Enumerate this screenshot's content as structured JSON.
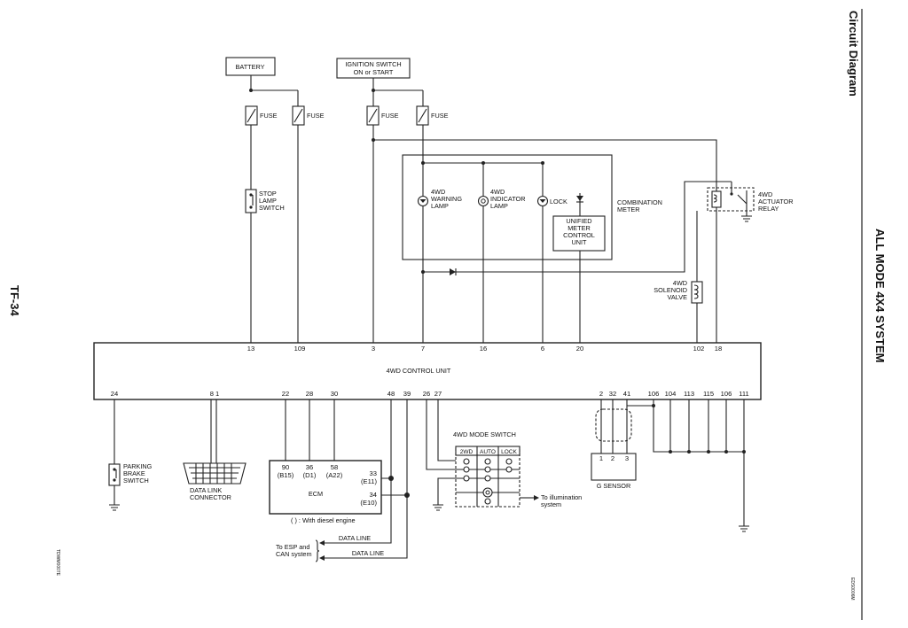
{
  "page": {
    "header": "Circuit Diagram",
    "section_title": "ALL MODE 4X4 SYSTEM",
    "page_number": "TF-34",
    "left_code": "TDWM0007E",
    "right_code": "EDS0006M"
  },
  "power": {
    "battery": "BATTERY",
    "ignition_line1": "IGNITION SWITCH",
    "ignition_line2": "ON or START",
    "fuse": "FUSE"
  },
  "stop_lamp_switch": [
    "STOP",
    "LAMP",
    "SWITCH"
  ],
  "combination_meter": {
    "label": [
      "COMBINATION",
      "METER"
    ],
    "warning_lamp": [
      "4WD",
      "WARNING",
      "LAMP"
    ],
    "indicator_lamp": [
      "4WD",
      "INDICATOR",
      "LAMP"
    ],
    "lock": "LOCK",
    "unified_unit": [
      "UNIFIED",
      "METER",
      "CONTROL",
      "UNIT"
    ]
  },
  "actuator_relay": [
    "4WD",
    "ACTUATOR",
    "RELAY"
  ],
  "solenoid_valve": [
    "4WD",
    "SOLENOID",
    "VALVE"
  ],
  "control_unit": {
    "label": "4WD CONTROL UNIT",
    "top_pins": [
      "13",
      "109",
      "3",
      "7",
      "16",
      "6",
      "20",
      "102",
      "18"
    ],
    "bottom_pins": [
      "24",
      "8 1",
      "22",
      "28",
      "30",
      "48",
      "39",
      "26",
      "27",
      "2",
      "32",
      "41",
      "106",
      "104",
      "113",
      "115",
      "106",
      "111"
    ]
  },
  "parking_brake_switch": [
    "PARKING",
    "BRAKE",
    "SWITCH"
  ],
  "data_link_connector": [
    "DATA LINK",
    "CONNECTOR"
  ],
  "ecm": {
    "label": "ECM",
    "pins_top": [
      "90",
      "36",
      "58"
    ],
    "pins_alt": [
      "(B15)",
      "(D1)",
      "(A22)"
    ],
    "pin_33": "33",
    "pin_33_alt": "(E11)",
    "pin_34": "34",
    "pin_34_alt": "(E10)",
    "note": "( ) : With diesel engine"
  },
  "mode_switch": {
    "label": "4WD MODE SWITCH",
    "columns": [
      "2WD",
      "AUTO",
      "LOCK"
    ],
    "illumination": [
      "To illumination",
      "system"
    ]
  },
  "g_sensor": {
    "label": "G SENSOR",
    "pins": [
      "1",
      "2",
      "3"
    ]
  },
  "data_line": {
    "label": "DATA LINE",
    "to_esp": [
      "To ESP and",
      "CAN system"
    ]
  }
}
